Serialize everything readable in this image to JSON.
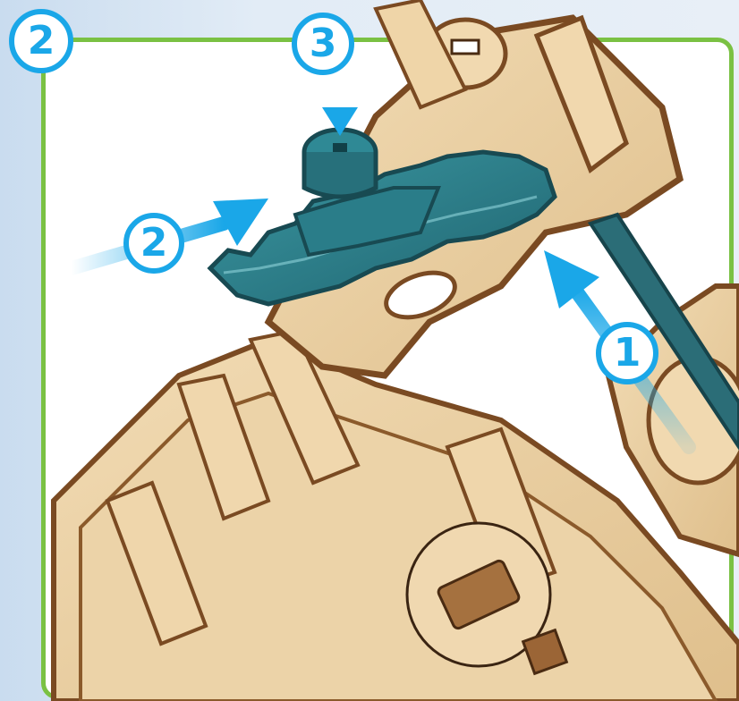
{
  "step_number": "2",
  "callouts": {
    "first": "1",
    "second": "2",
    "third": "3"
  },
  "colors": {
    "frame_border": "#7ac143",
    "callout_blue": "#1aa7e8",
    "highlighted_part": "#2f7f8a",
    "plywood": "#e9cfa3",
    "plywood_edge": "#7a4a22"
  }
}
